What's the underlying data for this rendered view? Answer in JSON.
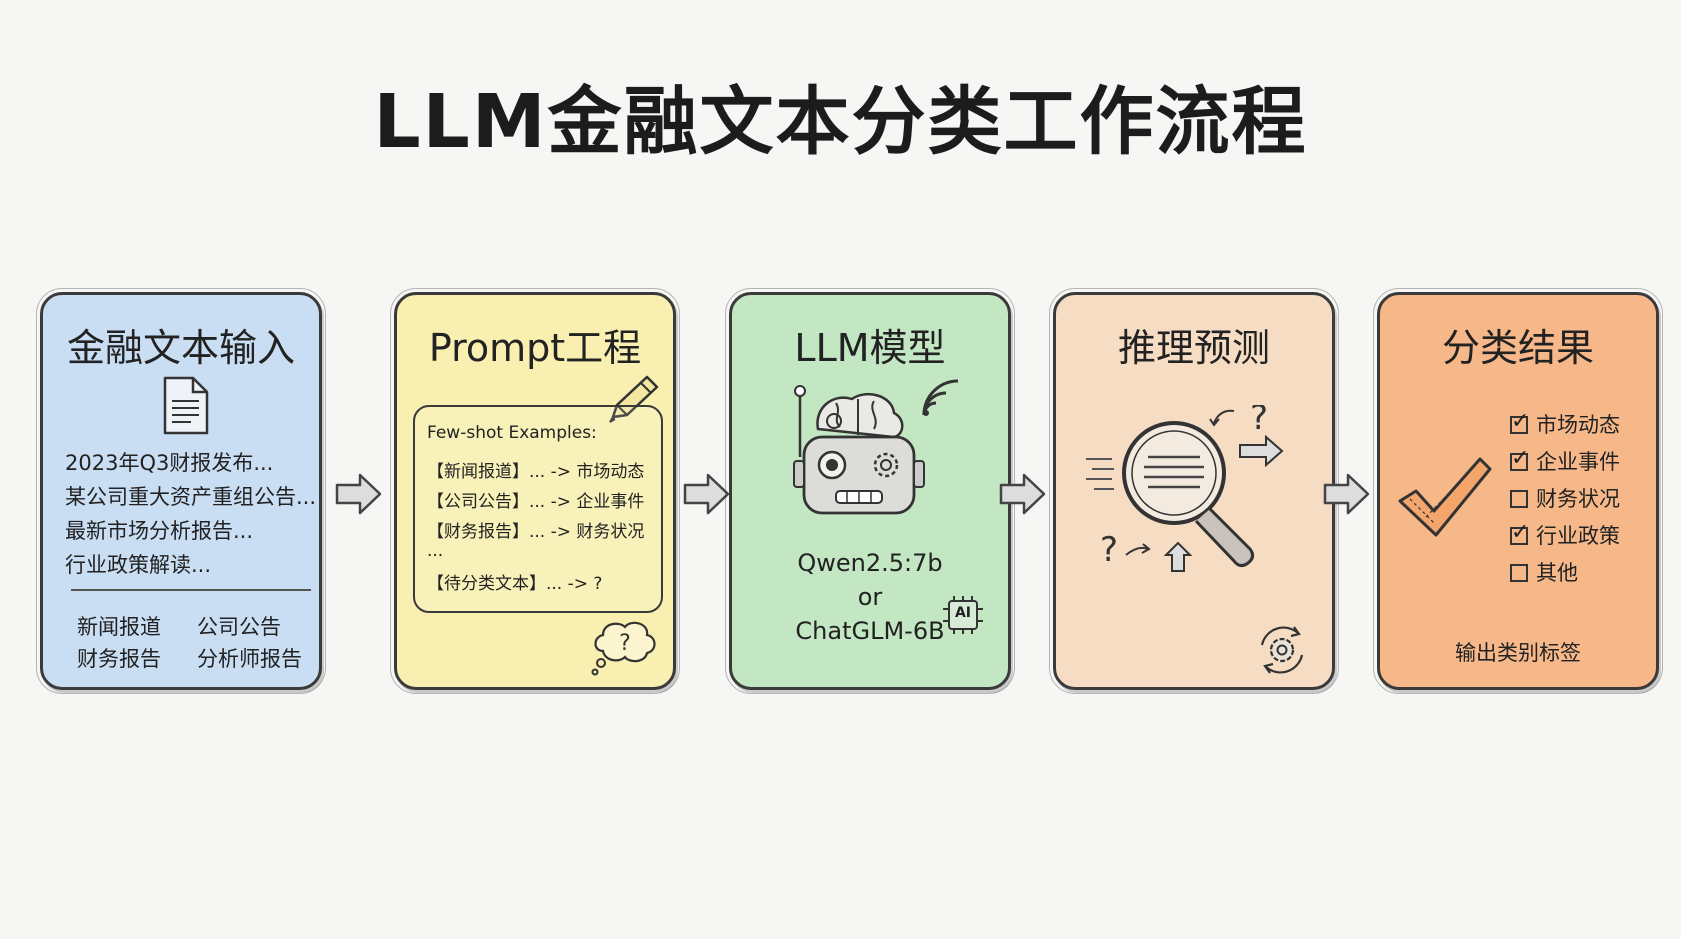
{
  "title": "LLM金融文本分类工作流程",
  "stages": [
    {
      "title": "金融文本输入",
      "lines": [
        "2023年Q3财报发布...",
        "某公司重大资产重组公告...",
        "最新市场分析报告...",
        "行业政策解读..."
      ],
      "tags": [
        "新闻报道",
        "公司公告",
        "财务报告",
        "分析师报告"
      ]
    },
    {
      "title": "Prompt工程",
      "prompt_lines": [
        "Few-shot Examples:",
        "【新闻报道】... -> 市场动态",
        "【公司公告】... -> 企业事件",
        "【财务报告】... -> 财务状况",
        "...",
        "【待分类文本】... -> ?"
      ]
    },
    {
      "title": "LLM模型",
      "model_lines": [
        "Qwen2.5:7b",
        "or",
        "ChatGLM-6B"
      ],
      "chip_label": "AI"
    },
    {
      "title": "推理预测"
    },
    {
      "title": "分类结果",
      "categories": [
        {
          "label": "市场动态",
          "checked": true
        },
        {
          "label": "企业事件",
          "checked": true
        },
        {
          "label": "财务状况",
          "checked": false
        },
        {
          "label": "行业政策",
          "checked": true
        },
        {
          "label": "其他",
          "checked": false
        }
      ],
      "footer": "输出类别标签"
    }
  ],
  "colors": {
    "stage1": "#c9ddf3",
    "stage2": "#f8efb0",
    "stage3": "#c3e6c3",
    "stage4": "#f6dcc2",
    "stage5": "#f6b889"
  },
  "icons": [
    "document-icon",
    "pencil-icon",
    "thought-bubble-icon",
    "robot-brain-icon",
    "wifi-signal-icon",
    "ai-chip-icon",
    "magnifier-icon",
    "gear-cycle-icon",
    "checkmark-icon",
    "arrow-right-icon"
  ]
}
